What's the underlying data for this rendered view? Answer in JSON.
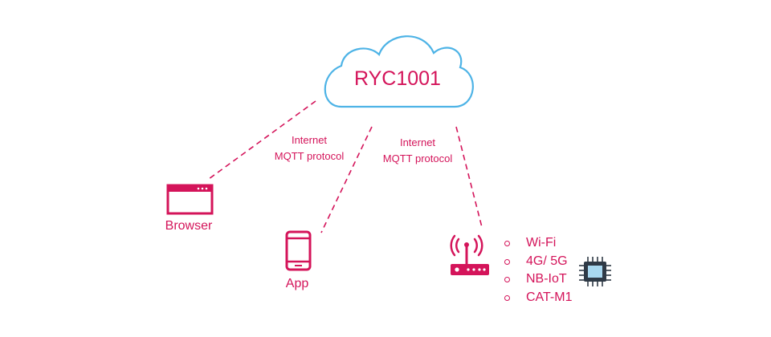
{
  "cloud": {
    "label": "RYC1001"
  },
  "connections": [
    {
      "line1": "Internet",
      "line2": "MQTT protocol"
    },
    {
      "line1": "Internet",
      "line2": "MQTT protocol"
    }
  ],
  "devices": {
    "browser": "Browser",
    "app": "App"
  },
  "gateway_features": [
    "Wi-Fi",
    "4G/ 5G",
    "NB-IoT",
    "CAT-M1"
  ],
  "colors": {
    "accent": "#d4145a",
    "cloud_outline": "#4db3e6",
    "chip_core": "#a8d8f0",
    "chip_body": "#2f3a46"
  },
  "icons": [
    "cloud-icon",
    "browser-window-icon",
    "smartphone-icon",
    "router-icon",
    "chip-icon"
  ]
}
